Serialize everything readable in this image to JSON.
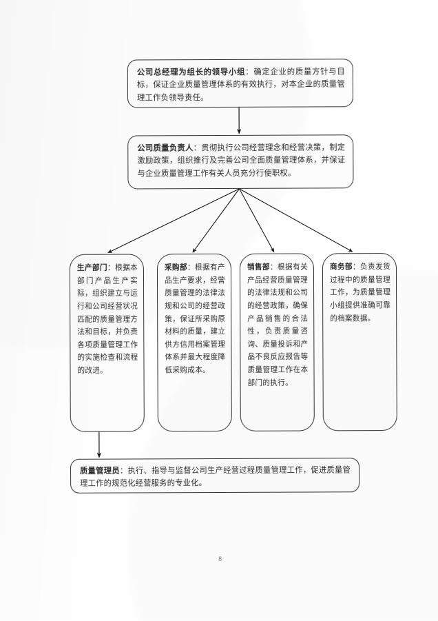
{
  "document": {
    "type": "organizational-responsibility-flowchart",
    "page_number": "8",
    "language": "zh-CN"
  },
  "chart_data": {
    "type": "diagram",
    "title": "",
    "nodes": [
      {
        "id": "leadership",
        "role": "公司总经理为组长的领导小组",
        "separator": "：",
        "body": "确定企业的质量方针与目标，保证企业质量管理体系的有效执行，对本企业的质量管理工作负领导责任。",
        "level": 1
      },
      {
        "id": "quality-officer",
        "role": "公司质量负责人",
        "separator": "：",
        "body": "贯彻执行公司经营理念和经营决策，制定激励政策，组织推行及完善公司全面质量管理体系，并保证与企业质量管理工作有关人员充分行使职权。",
        "level": 2
      },
      {
        "id": "production",
        "role": "生产部门",
        "separator": "：",
        "body": "根据本部门产品生产实际，组织建立与运行和公司经营状况匹配的质量管理方法和目标，并负责各项质量管理工作的实施检查和流程的改进。",
        "level": 3
      },
      {
        "id": "purchasing",
        "role": "采购部",
        "separator": "：",
        "body": "根据有产品生产要求，经营质量管理的法律法规和公司的经营政策，保证所采购原材料的质量，建立供方信用档案管理体系并最大程度降低采购成本。",
        "level": 3
      },
      {
        "id": "sales",
        "role": "销售部",
        "separator": "：",
        "body": "根据有关产品经营质量管理的法律法规和公司的经营政策，确保产品销售的合法性，负责质量咨询、质量投诉和产品不良反应报告等质量管理工作在本部门的执行。",
        "level": 3
      },
      {
        "id": "business",
        "role": "商务部",
        "separator": "：",
        "body": "负责发货过程中的质量管理工作，为质量管理小组提供准确可靠的档案数据。",
        "level": 3
      },
      {
        "id": "quality-manager",
        "role": "质量管理员",
        "separator": "：",
        "body": "执行、指导与监督公司生产经营过程质量管理工作，促进质量管理工作的规范化经营服务的专业化。",
        "level": 4
      }
    ],
    "edges": [
      {
        "from": "leadership",
        "to": "quality-officer",
        "style": "arrow-down"
      },
      {
        "from": "quality-officer",
        "to": "production",
        "style": "arrow-fan"
      },
      {
        "from": "quality-officer",
        "to": "purchasing",
        "style": "arrow-fan"
      },
      {
        "from": "quality-officer",
        "to": "sales",
        "style": "arrow-fan"
      },
      {
        "from": "quality-officer",
        "to": "business",
        "style": "arrow-fan"
      },
      {
        "from": "production",
        "to": "quality-manager",
        "style": "arrow-down"
      }
    ],
    "colors": {
      "ink": "#1a1a1a",
      "paper": "#ffffff",
      "page_number": "#5a5a5a"
    }
  }
}
